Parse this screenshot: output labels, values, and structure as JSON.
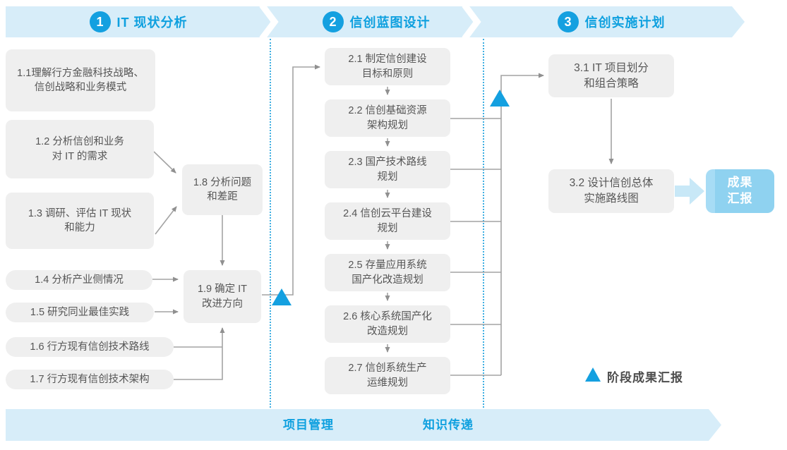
{
  "colors": {
    "accent_blue": "#14a0e0",
    "band_light_blue": "#d7edf9",
    "box_gray": "#efefef",
    "text_dark_gray": "#565656",
    "connector_gray": "#a3a3a3",
    "result_box_blue": "#8fd2f0",
    "flow_arrow_light_blue": "#c8e8f7"
  },
  "phases": [
    {
      "number": "1",
      "title": "IT 现状分析"
    },
    {
      "number": "2",
      "title": "信创蓝图设计"
    },
    {
      "number": "3",
      "title": "信创实施计划"
    }
  ],
  "phase1": {
    "b11": "1.1理解行方金融科技战略、\n信创战略和业务模式",
    "b12": "1.2 分析信创和业务\n对 IT 的需求",
    "b13": "1.3 调研、评估 IT 现状\n和能力",
    "b14": "1.4 分析产业侧情况",
    "b15": "1.5 研究同业最佳实践",
    "b16": "1.6 行方现有信创技术路线",
    "b17": "1.7 行方现有信创技术架构",
    "b18": "1.8 分析问题\n和差距",
    "b19": "1.9 确定 IT\n改进方向"
  },
  "phase2": {
    "b21": "2.1 制定信创建设\n目标和原则",
    "b22": "2.2 信创基础资源\n架构规划",
    "b23": "2.3 国产技术路线\n规划",
    "b24": "2.4 信创云平台建设\n规划",
    "b25": "2.5 存量应用系统\n国产化改造规划",
    "b26": "2.6 核心系统国产化\n改造规划",
    "b27": "2.7 信创系统生产\n运维规划"
  },
  "phase3": {
    "b31": "3.1 IT 项目划分\n和组合策略",
    "b32": "3.2 设计信创总体\n实施路线图",
    "result": "成果\n汇报"
  },
  "footer": {
    "items": [
      "项目管理",
      "知识传递"
    ]
  },
  "legend": {
    "label": "阶段成果汇报"
  }
}
